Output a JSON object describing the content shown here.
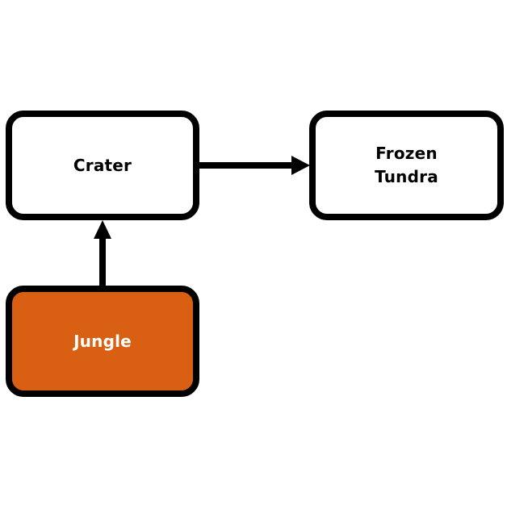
{
  "nodes": {
    "crater": {
      "label": "Crater",
      "fill": "#ffffff",
      "text_color": "#000000"
    },
    "frozen_tundra": {
      "label": "Frozen\nTundra",
      "fill": "#ffffff",
      "text_color": "#000000"
    },
    "jungle": {
      "label": "Jungle",
      "fill": "#d95f12",
      "text_color": "#ffffff"
    }
  },
  "edges": [
    {
      "from": "jungle",
      "to": "crater"
    },
    {
      "from": "crater",
      "to": "frozen_tundra"
    }
  ],
  "colors": {
    "border": "#000000",
    "background": "#ffffff",
    "highlight": "#d95f12"
  }
}
